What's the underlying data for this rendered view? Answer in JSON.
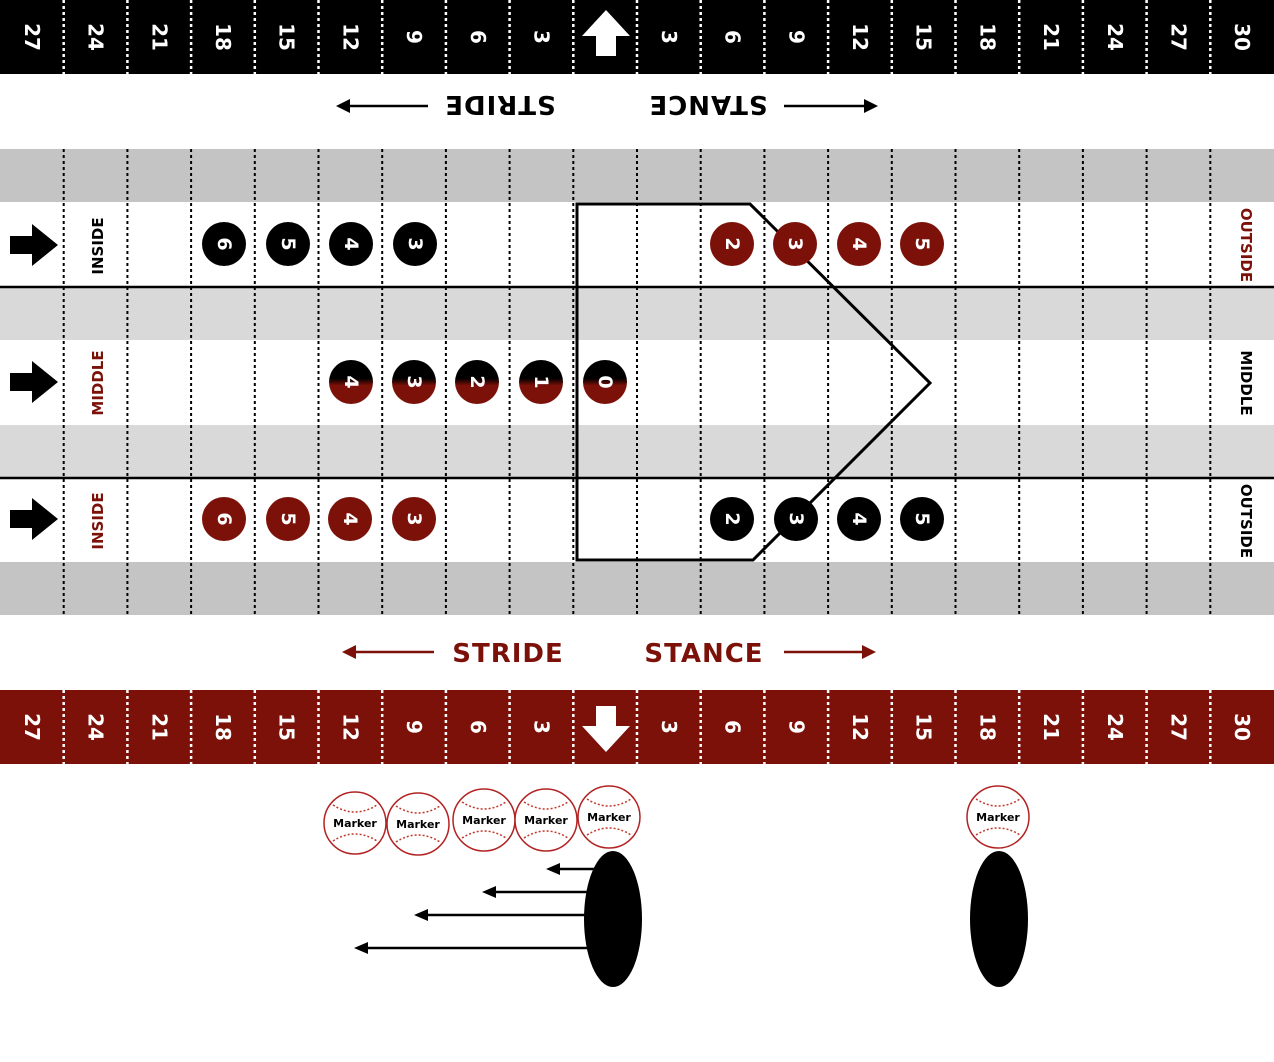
{
  "colors": {
    "black": "#000000",
    "maroon": "#7b1108",
    "gray": "#c4c4c4",
    "light_gray": "#d9d9d9",
    "white": "#ffffff"
  },
  "top_ruler": {
    "numbers": [
      "27",
      "24",
      "21",
      "18",
      "15",
      "12",
      "9",
      "6",
      "3",
      "",
      "3",
      "6",
      "9",
      "12",
      "15",
      "18",
      "21",
      "24",
      "27",
      "30"
    ],
    "center_icon": "up-arrow-icon"
  },
  "bottom_ruler": {
    "numbers": [
      "27",
      "24",
      "21",
      "18",
      "15",
      "12",
      "9",
      "6",
      "3",
      "",
      "3",
      "6",
      "9",
      "12",
      "15",
      "18",
      "21",
      "24",
      "27",
      "30"
    ],
    "center_icon": "down-arrow-icon"
  },
  "top_labels": {
    "stride": "STRIDE",
    "stance": "STANCE"
  },
  "bottom_labels": {
    "stride": "STRIDE",
    "stance": "STANCE"
  },
  "rows": {
    "top": {
      "left_label": "INSIDE",
      "right_label": "OUTSIDE"
    },
    "middle": {
      "left_label": "MIDDLE",
      "right_label": "MIDDLE"
    },
    "bottom": {
      "left_label": "INSIDE",
      "right_label": "OUTSIDE"
    }
  },
  "circles": {
    "top_left": [
      "6",
      "5",
      "4",
      "3"
    ],
    "top_right": [
      "2",
      "3",
      "4",
      "5"
    ],
    "middle": [
      "4",
      "3",
      "2",
      "1",
      "0"
    ],
    "bottom_left": [
      "6",
      "5",
      "4",
      "3"
    ],
    "bottom_right": [
      "2",
      "3",
      "4",
      "5"
    ]
  },
  "markers": {
    "label": "Marker",
    "left_group_count": 5,
    "right_group_count": 1
  },
  "arrow_icon": "right-arrow-icon",
  "foot_icon": "foot-ellipse-icon",
  "baseball_icon": "baseball-icon"
}
